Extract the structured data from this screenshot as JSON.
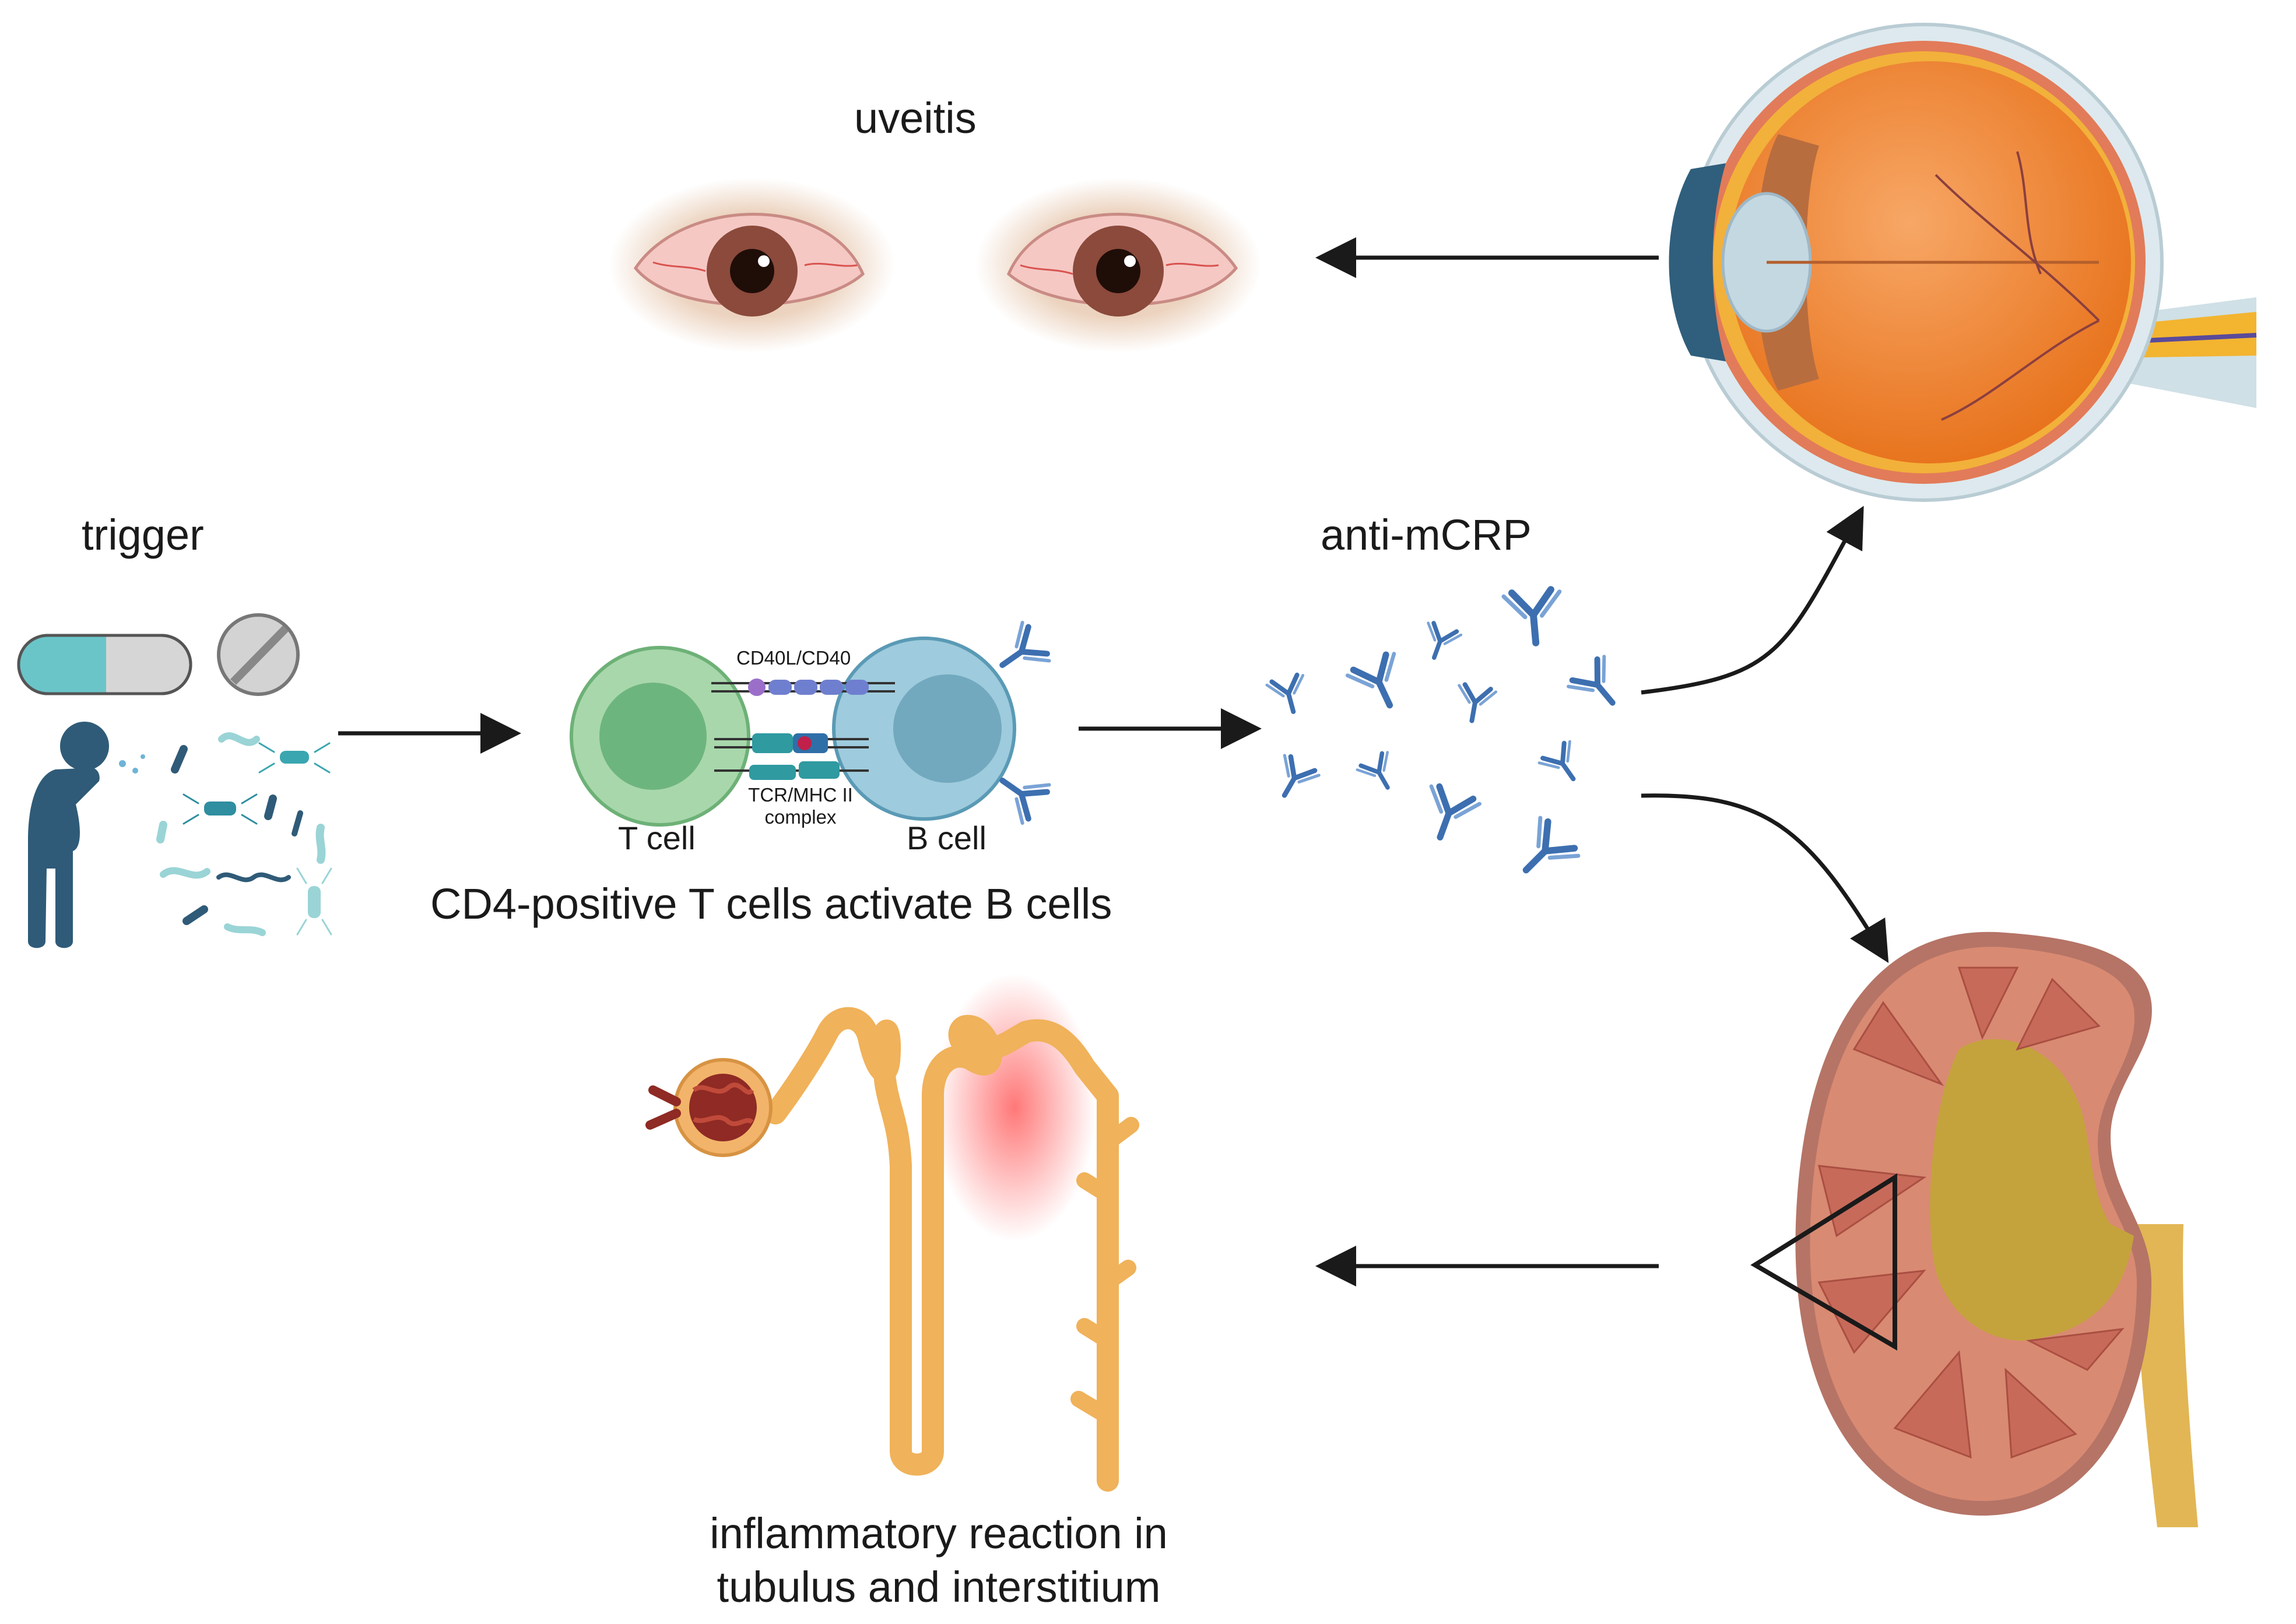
{
  "labels": {
    "uveitis": "uveitis",
    "trigger": "trigger",
    "anti_mcrp": "anti-mCRP",
    "cd40": "CD40L/CD40",
    "tcr_line1": "TCR/MHC II",
    "tcr_line2": "complex",
    "t_cell": "T cell",
    "b_cell": "B cell",
    "activation": "CD4-positive T cells activate B cells",
    "inflammation_line1": "inflammatory reaction in",
    "inflammation_line2": "tubulus and interstitium"
  },
  "icons": [
    "capsule-icon",
    "tablet-icon",
    "sneezing-person-icon",
    "bacteria-icon",
    "t-cell-icon",
    "b-cell-icon",
    "antibody-icon",
    "red-eyes-icon",
    "eyeball-cross-section-icon",
    "kidney-cross-section-icon",
    "nephron-icon"
  ],
  "colors": {
    "arrow": "#1a1a1a",
    "t_cell": "#9fd0a3",
    "b_cell": "#8fc2d6",
    "antibody": "#3d6fb0",
    "kidney": "#d98a72",
    "eye": "#f08a3a",
    "inflammation": "#ff5a5a"
  }
}
